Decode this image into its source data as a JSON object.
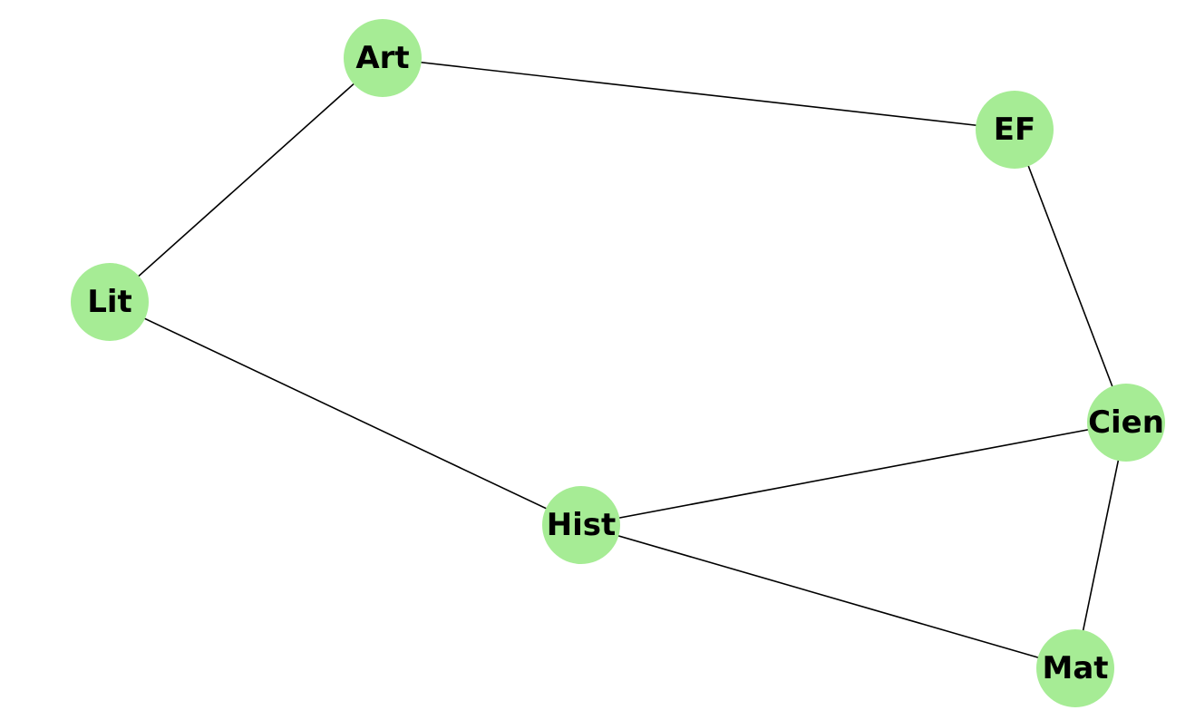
{
  "graph": {
    "node_color": "#a6ec95",
    "edge_color": "#000000",
    "nodes": [
      {
        "id": "art",
        "label": "Art"
      },
      {
        "id": "ef",
        "label": "EF"
      },
      {
        "id": "lit",
        "label": "Lit"
      },
      {
        "id": "cien",
        "label": "Cien"
      },
      {
        "id": "hist",
        "label": "Hist"
      },
      {
        "id": "mat",
        "label": "Mat"
      }
    ],
    "edges": [
      {
        "source": "art",
        "target": "ef"
      },
      {
        "source": "art",
        "target": "lit"
      },
      {
        "source": "ef",
        "target": "cien"
      },
      {
        "source": "lit",
        "target": "hist"
      },
      {
        "source": "hist",
        "target": "cien"
      },
      {
        "source": "hist",
        "target": "mat"
      },
      {
        "source": "cien",
        "target": "mat"
      }
    ]
  }
}
